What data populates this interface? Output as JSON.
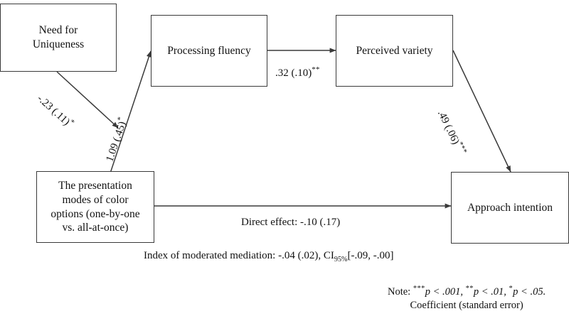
{
  "figure": {
    "type": "path-diagram",
    "nodes": [
      {
        "id": "need-for-uniqueness",
        "label": "Need for\nUniqueness"
      },
      {
        "id": "processing-fluency",
        "label": "Processing fluency"
      },
      {
        "id": "perceived-variety",
        "label": "Perceived variety"
      },
      {
        "id": "presentation-modes",
        "label": "The presentation\nmodes of color\noptions (one-by-one\nvs. all-at-once)"
      },
      {
        "id": "approach-intention",
        "label": "Approach intention"
      }
    ],
    "edge_labels": {
      "nfu_to_interaction": {
        "coefficient": "-.23 (.11)",
        "stars": "*"
      },
      "modes_to_fluency": {
        "coefficient": "1.09 (.45)",
        "stars": "*"
      },
      "fluency_to_variety": {
        "coefficient": ".32 (.10)",
        "stars": "**"
      },
      "variety_to_approach": {
        "coefficient": ".49 (.06)",
        "stars": "***"
      }
    },
    "annotations": {
      "direct_effect": "Direct effect: -.10 (.17)",
      "index_prefix": "Index of moderated mediation: -.04 (.02), CI",
      "index_subscript": "95%",
      "index_suffix": "[-.09, -.00]"
    },
    "note": {
      "prefix": "Note: ",
      "sig_3_stars": "***",
      "sig_3_text": "p < .001, ",
      "sig_2_stars": "**",
      "sig_2_text": "p < .01, ",
      "sig_1_stars": "*",
      "sig_1_text": "p < .05.",
      "line2": "Coefficient  (standard error)"
    },
    "colors": {
      "stroke": "#3a3a3a",
      "text": "#111111",
      "background": "#ffffff"
    }
  }
}
